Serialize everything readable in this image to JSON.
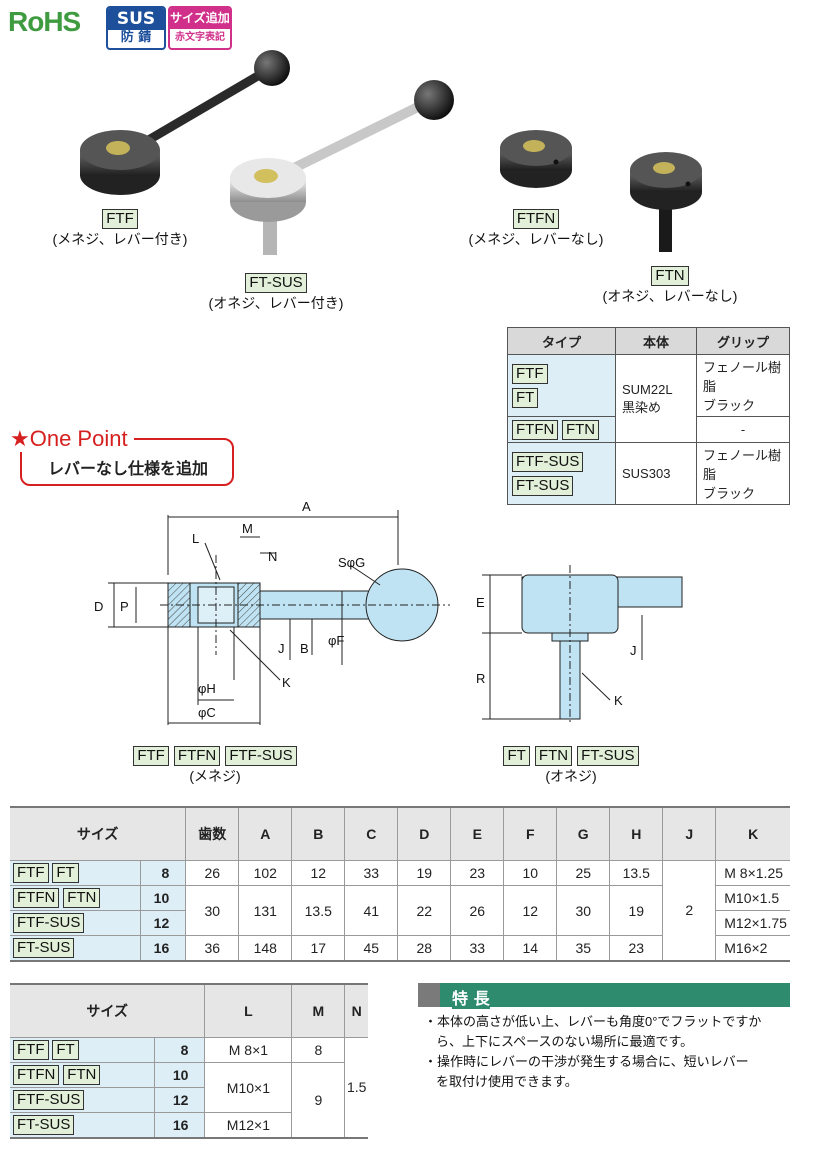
{
  "badges": {
    "rohs": "RoHS",
    "sus_top": "SUS",
    "sus_bottom": "防 錆",
    "size_top": "サイズ追加",
    "size_bottom": "赤文字表記"
  },
  "products": [
    {
      "code": "FTF",
      "desc": "(メネジ、レバー付き)"
    },
    {
      "code": "FT-SUS",
      "desc": "(オネジ、レバー付き)"
    },
    {
      "code": "FTFN",
      "desc": "(メネジ、レバーなし)"
    },
    {
      "code": "FTN",
      "desc": "(オネジ、レバーなし)"
    }
  ],
  "type_table": {
    "headers": [
      "タイプ",
      "本体",
      "グリップ"
    ],
    "row1_types": [
      "FTF",
      "FT"
    ],
    "row2_types": [
      "FTFN",
      "FTN"
    ],
    "body_1": "SUM22L",
    "body_1b": "黒染め",
    "grip_1": "フェノール樹脂",
    "grip_1b": "ブラック",
    "grip_2": "-",
    "row3_types": [
      "FTF-SUS",
      "FT-SUS"
    ],
    "body_3": "SUS303",
    "grip_3": "フェノール樹脂",
    "grip_3b": "ブラック"
  },
  "one_point": {
    "title": "★One Point",
    "body": "レバーなし仕様を追加"
  },
  "drawing_left": {
    "labels": {
      "A": "A",
      "L": "L",
      "M": "M",
      "N": "N",
      "SG": "SφG",
      "D": "D",
      "P": "P",
      "J": "J",
      "B": "B",
      "F": "φF",
      "H": "φH",
      "C": "φC",
      "K": "K"
    },
    "tags": [
      "FTF",
      "FTFN",
      "FTF-SUS"
    ],
    "caption": "(メネジ)"
  },
  "drawing_right": {
    "labels": {
      "E": "E",
      "R": "R",
      "J": "J",
      "K": "K"
    },
    "tags": [
      "FT",
      "FTN",
      "FT-SUS"
    ],
    "caption": "(オネジ)"
  },
  "spec_table": {
    "headers": [
      "サイズ",
      "歯数",
      "A",
      "B",
      "C",
      "D",
      "E",
      "F",
      "G",
      "H",
      "J",
      "K"
    ],
    "rows": [
      {
        "tags": [
          "FTF",
          "FT"
        ],
        "size": "8",
        "teeth": "26",
        "A": "102",
        "B": "12",
        "C": "33",
        "D": "19",
        "E": "23",
        "F": "10",
        "G": "25",
        "H": "13.5",
        "K": "M 8×1.25"
      },
      {
        "tags": [
          "FTFN",
          "FTN"
        ],
        "size": "10",
        "teeth": "30",
        "A": "131",
        "B": "13.5",
        "C": "41",
        "D": "22",
        "E": "26",
        "F": "12",
        "G": "30",
        "H": "19",
        "K": "M10×1.5"
      },
      {
        "tags": [
          "FTF-SUS"
        ],
        "size": "12",
        "K": "M12×1.75"
      },
      {
        "tags": [
          "FT-SUS"
        ],
        "size": "16",
        "teeth": "36",
        "A": "148",
        "B": "17",
        "C": "45",
        "D": "28",
        "E": "33",
        "F": "14",
        "G": "35",
        "H": "23",
        "K": "M16×2"
      }
    ],
    "J": "2"
  },
  "small_table": {
    "headers": [
      "サイズ",
      "L",
      "M",
      "N"
    ],
    "rows": [
      {
        "tags": [
          "FTF",
          "FT"
        ],
        "size": "8",
        "L": "M 8×1",
        "M": "8"
      },
      {
        "tags": [
          "FTFN",
          "FTN"
        ],
        "size": "10",
        "L": "M10×1"
      },
      {
        "tags": [
          "FTF-SUS"
        ],
        "size": "12"
      },
      {
        "tags": [
          "FT-SUS"
        ],
        "size": "16",
        "L": "M12×1"
      }
    ],
    "M_merged": "9",
    "N": "1.5"
  },
  "features": {
    "title": "特 長",
    "items": [
      "・本体の高さが低い上、レバーも角度0°でフラットですか",
      "ら、上下にスペースのない場所に最適です。",
      "・操作時にレバーの干渉が発生する場合に、短いレバー",
      "を取付け使用できます。"
    ]
  },
  "colors": {
    "tag_bg": "#e2f0d9",
    "table_blue": "#ddeef7",
    "accent_red": "#d62020",
    "feature_green": "#2e8b6e",
    "part_blue": "#bfe3f2"
  }
}
